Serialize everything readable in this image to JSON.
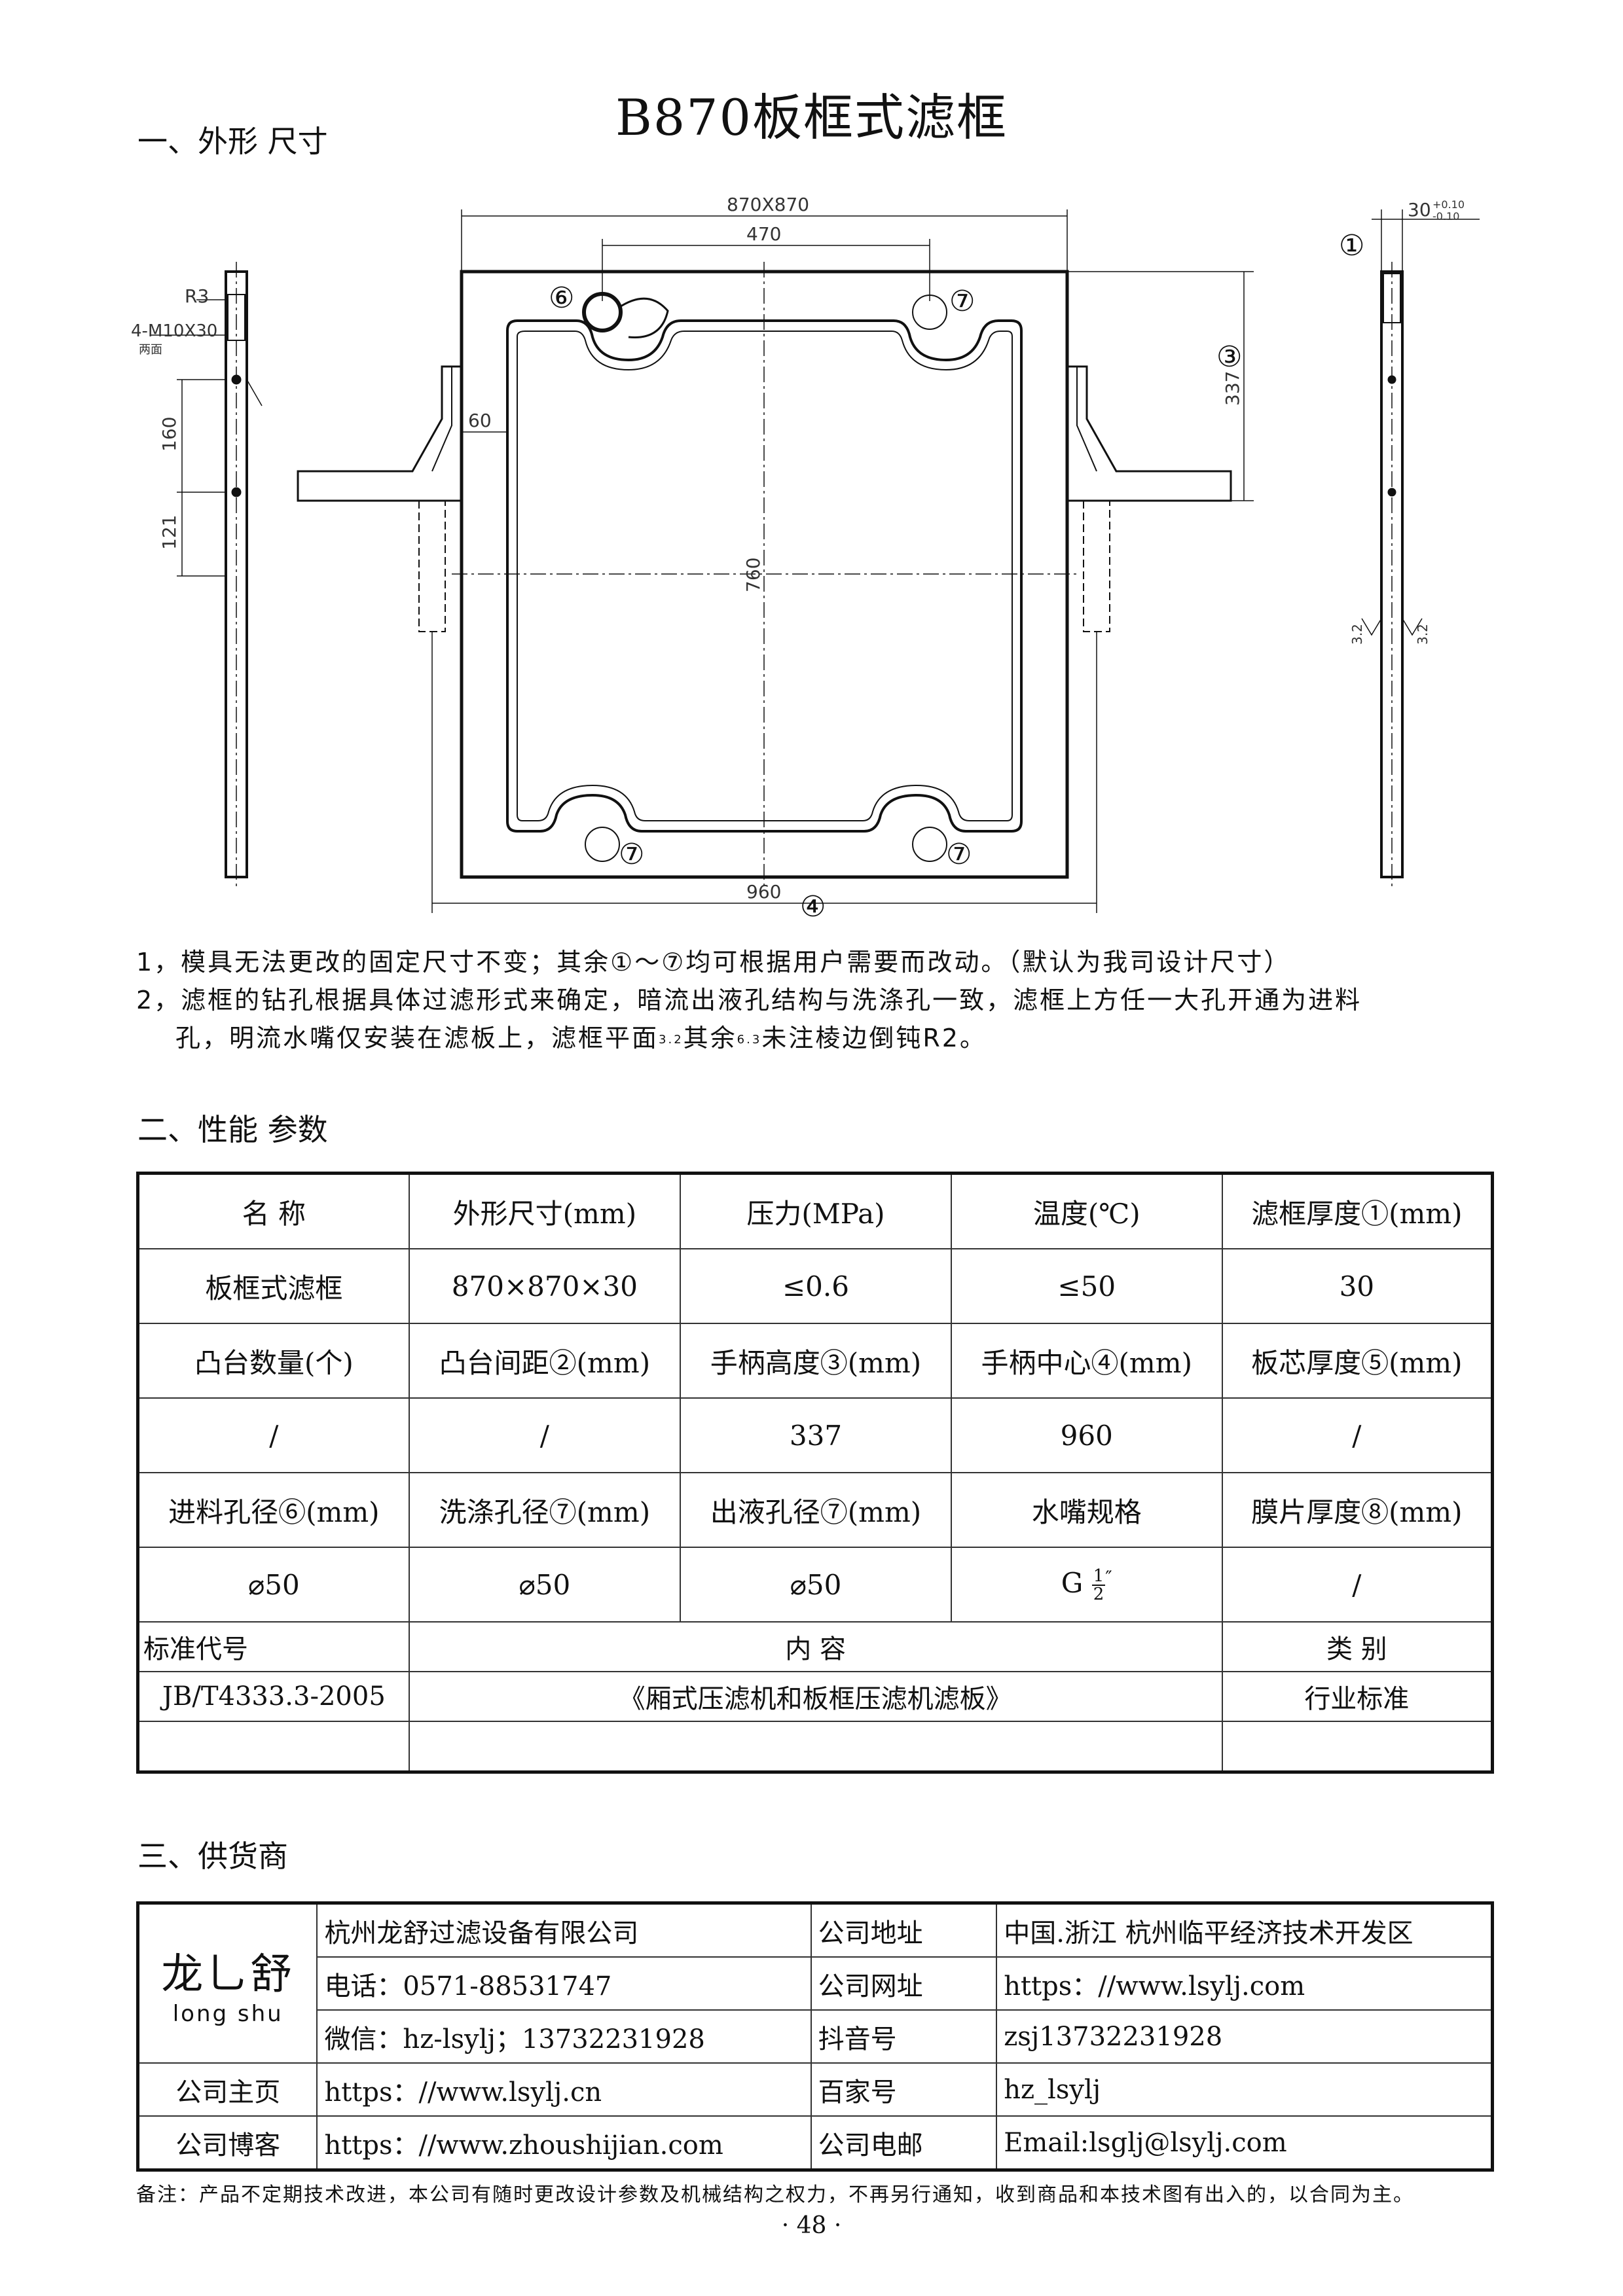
{
  "title": "B870板框式滤框",
  "section1": "一、外形 尺寸",
  "drawing": {
    "dim_outer": "870X870",
    "dim_470": "470",
    "dim_960": "960",
    "dim_760": "760",
    "dim_337": "337",
    "dim_60": "60",
    "dim_160": "160",
    "dim_121": "121",
    "r3": "R3",
    "holes_label": "4-M10X30",
    "holes_sub": "两面",
    "thickness": "30",
    "tol_up": "+0.10",
    "tol_dn": "-0.10",
    "rough": "3.2",
    "m1": "①",
    "m3": "③",
    "m4": "④",
    "m6": "⑥",
    "m7": "⑦"
  },
  "notes": [
    "1，模具无法更改的固定尺寸不变；其余①～⑦均可根据用户需要而改动。（默认为我司设计尺寸）",
    "2，滤框的钻孔根据具体过滤形式来确定，暗流出液孔结构与洗涤孔一致，滤框上方任一大孔开通为进料",
    "孔，明流水嘴仅安装在滤板上，滤框平面",
    "其余",
    "未注棱边倒钝R2。"
  ],
  "rough_a": "3.2",
  "rough_b": "6.3",
  "section2": "二、性能 参数",
  "perf": {
    "headers1": [
      "名  称",
      "外形尺寸(mm)",
      "压力(MPa)",
      "温度(℃)",
      "滤框厚度①(mm)"
    ],
    "row1": [
      "板框式滤框",
      "870×870×30",
      "≤0.6",
      "≤50",
      "30"
    ],
    "headers2": [
      "凸台数量(个)",
      "凸台间距②(mm)",
      "手柄高度③(mm)",
      "手柄中心④(mm)",
      "板芯厚度⑤(mm)"
    ],
    "row2": [
      "/",
      "/",
      "337",
      "960",
      "/"
    ],
    "headers3": [
      "进料孔径⑥(mm)",
      "洗涤孔径⑦(mm)",
      "出液孔径⑦(mm)",
      "水嘴规格",
      "膜片厚度⑧(mm)"
    ],
    "row3": [
      "⌀50",
      "⌀50",
      "⌀50",
      "G",
      "/"
    ],
    "g_num": "1",
    "g_den": "2",
    "g_sup": "″",
    "std_head": [
      "标准代号",
      "内        容",
      "类    别"
    ],
    "std_row": [
      "JB/T4333.3-2005",
      "《厢式压滤机和板框压滤机滤板》",
      "行业标准"
    ]
  },
  "section3": "三、供货商",
  "supplier": {
    "logo_big": "龙⺃舒",
    "logo_small": "long shu",
    "company": "杭州龙舒过滤设备有限公司",
    "phone": "电话：0571-88531747",
    "wechat": "微信：hz-lsylj；13732231928",
    "addr_label": "公司地址",
    "addr": "中国.浙江 杭州临平经济技术开发区",
    "web_label": "公司网址",
    "web": "https：//www.lsylj.com",
    "douyin_label": "抖音号",
    "douyin": "zsj13732231928",
    "home_label": "公司主页",
    "home": "https：//www.lsylj.cn",
    "baijia_label": "百家号",
    "baijia": "hz_lsylj",
    "blog_label": "公司博客",
    "blog": "https：//www.zhoushijian.com",
    "mail_label": "公司电邮",
    "mail": "Email:lsglj@lsylj.com"
  },
  "footnote": "备注：产品不定期技术改进，本公司有随时更改设计参数及机械结构之权力，不再另行通知，收到商品和本技术图有出入的，以合同为主。",
  "page": "· 48 ·"
}
